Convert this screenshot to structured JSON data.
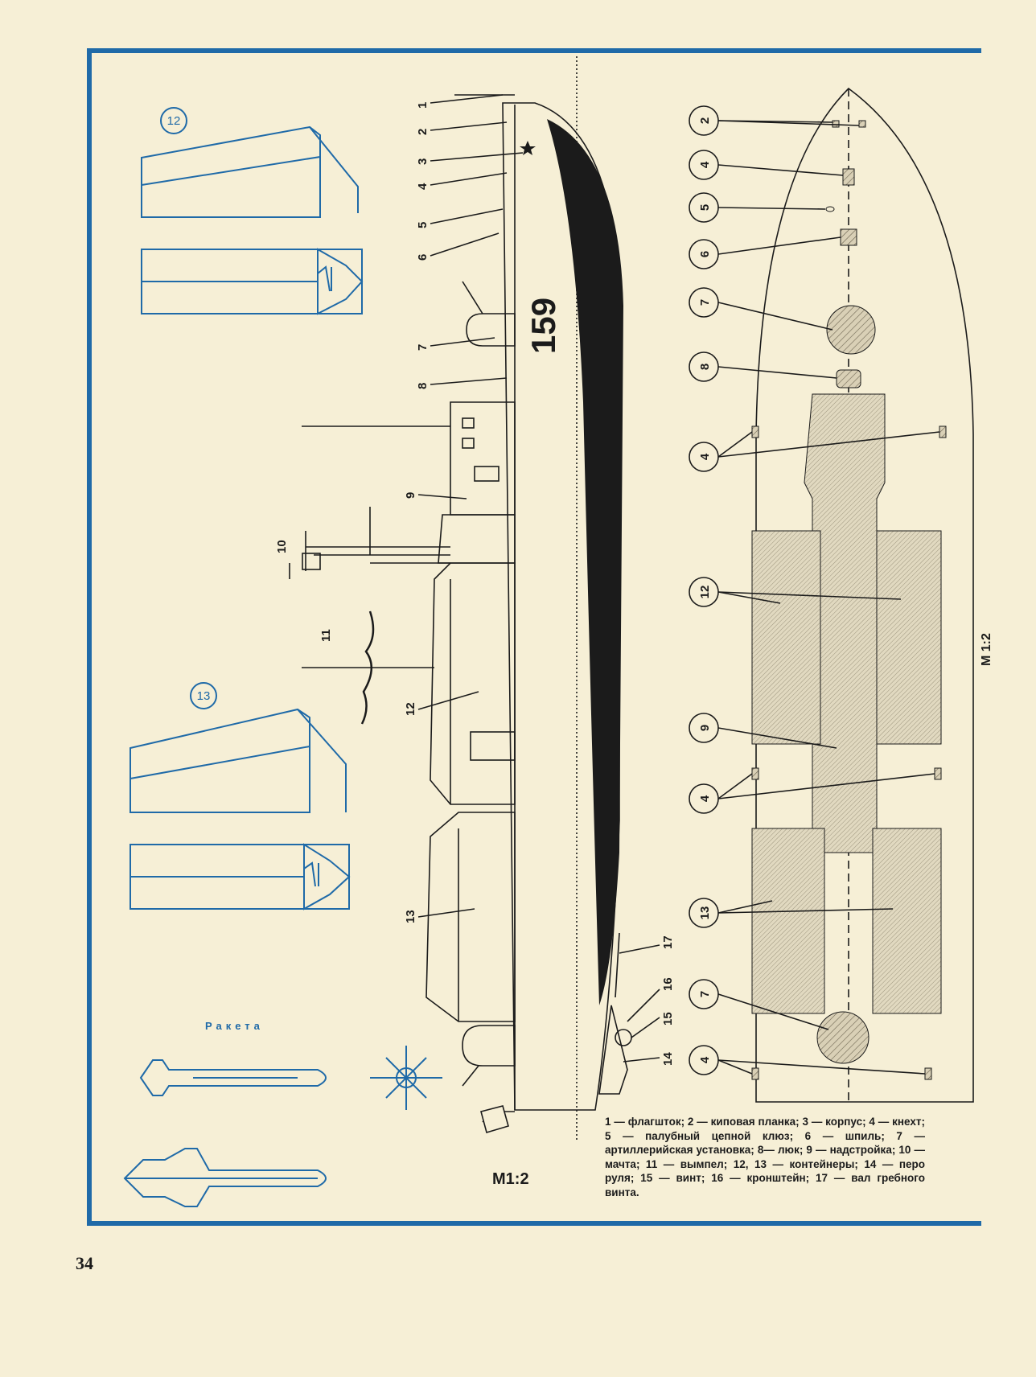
{
  "page_number": "34",
  "scale_side": "М1:2",
  "scale_plan": "М 1:2",
  "hull_number": "159",
  "rocket_label": "Ракета",
  "legend": "1 — флагшток; 2 — киповая планка; 3 — корпус; 4 — кнехт; 5 — палубный цепной клюз; 6 — шпиль; 7 — артиллерийская установка; 8— люк; 9 — надстройка; 10 — мачта; 11 — вымпел; 12, 13 — контейнеры; 14 — перо руля; 15 — винт; 16 — кронштейн; 17 — вал гребного винта.",
  "container_labels": [
    "12",
    "13"
  ],
  "side_callouts": [
    "1",
    "2",
    "3",
    "4",
    "5",
    "6",
    "7",
    "8",
    "9",
    "10",
    "11",
    "12",
    "13",
    "14",
    "15",
    "16",
    "17"
  ],
  "plan_callouts": [
    "2",
    "4",
    "5",
    "6",
    "7",
    "8",
    "4",
    "12",
    "9",
    "4",
    "13",
    "7",
    "4"
  ],
  "colors": {
    "frame": "#1f6aa8",
    "ink": "#1b1b1b",
    "paper": "#f6efd6"
  },
  "icons": [
    "star-icon",
    "flag-icon"
  ]
}
